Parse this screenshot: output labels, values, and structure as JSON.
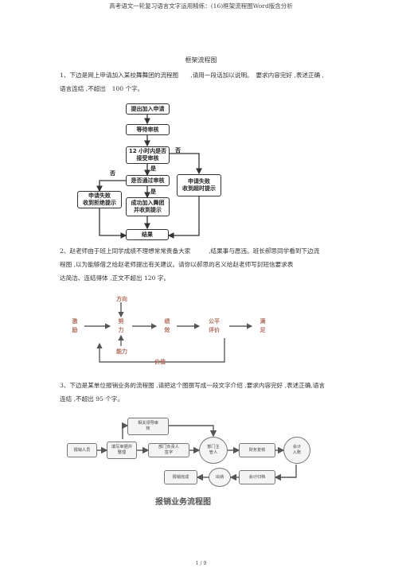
{
  "header": {
    "doc_title": "高考语文一轮复习语言文字运用精练：(16)框架流程图Word版含分析",
    "page_heading": "框架流程图"
  },
  "q1": {
    "line1": "1、下边是网上申请加入某校舞舞团的流程图　　,请用一段话加以说明。　要求内容完好 ,表述正确 ,",
    "line2": "语言连结 ,不超出　100 个字。",
    "flow": {
      "submit": "提出加入申请",
      "wait": "等待审核",
      "review": "12 小时内是否\n接受审核",
      "passed": "是否通过审核",
      "success": "成功加入舞团\n并收到提示",
      "fail_left": "申请失败\n收到拒绝提示",
      "fail_right": "申请失败\n收到超时提示",
      "end": "结果",
      "yes1": "是",
      "yes2": "是",
      "no1": "否",
      "no2": "否"
    }
  },
  "q2": {
    "line1": "2、赵老师由于班上同学成绩不理想常常责备大家　　　,结果事与愿违。班长郝思同学看到下边流",
    "line2": "程图 ,以为能够借之给赵老师提出有关建议。请你以郝思的名义给赵老师写封短信要求表",
    "line3": "达简洁、连结得体 ,正文不超出 120 字。",
    "flow": {
      "motivation": "激\n励",
      "effort": "努\n力",
      "performance": "绩\n效",
      "fair_eval": "公平\n评价",
      "satisfaction": "满\n足",
      "direction": "方向",
      "ability": "能力",
      "value": "价值"
    }
  },
  "q3": {
    "line1": "3、下边是某单位报销业务的流程图 ,请把这个图撰写成一段文字介绍 ,要求内容完好 ,表述正确,语言",
    "line2": "连结 ,不超出 95 个字。",
    "flow": {
      "apply": "报销人员",
      "fill": "填写单据并\n整理",
      "review": "相关领导审\n核",
      "approve": "部门负责人\n签字",
      "leader": "部门主\n管人",
      "finance": "财务复核",
      "accounting": "会计\n入账",
      "cashier": "出纳",
      "pay": "报销完成",
      "archive": "会计归档",
      "caption": "报销业务流程图"
    }
  },
  "footer": {
    "page": "1 / 9"
  }
}
